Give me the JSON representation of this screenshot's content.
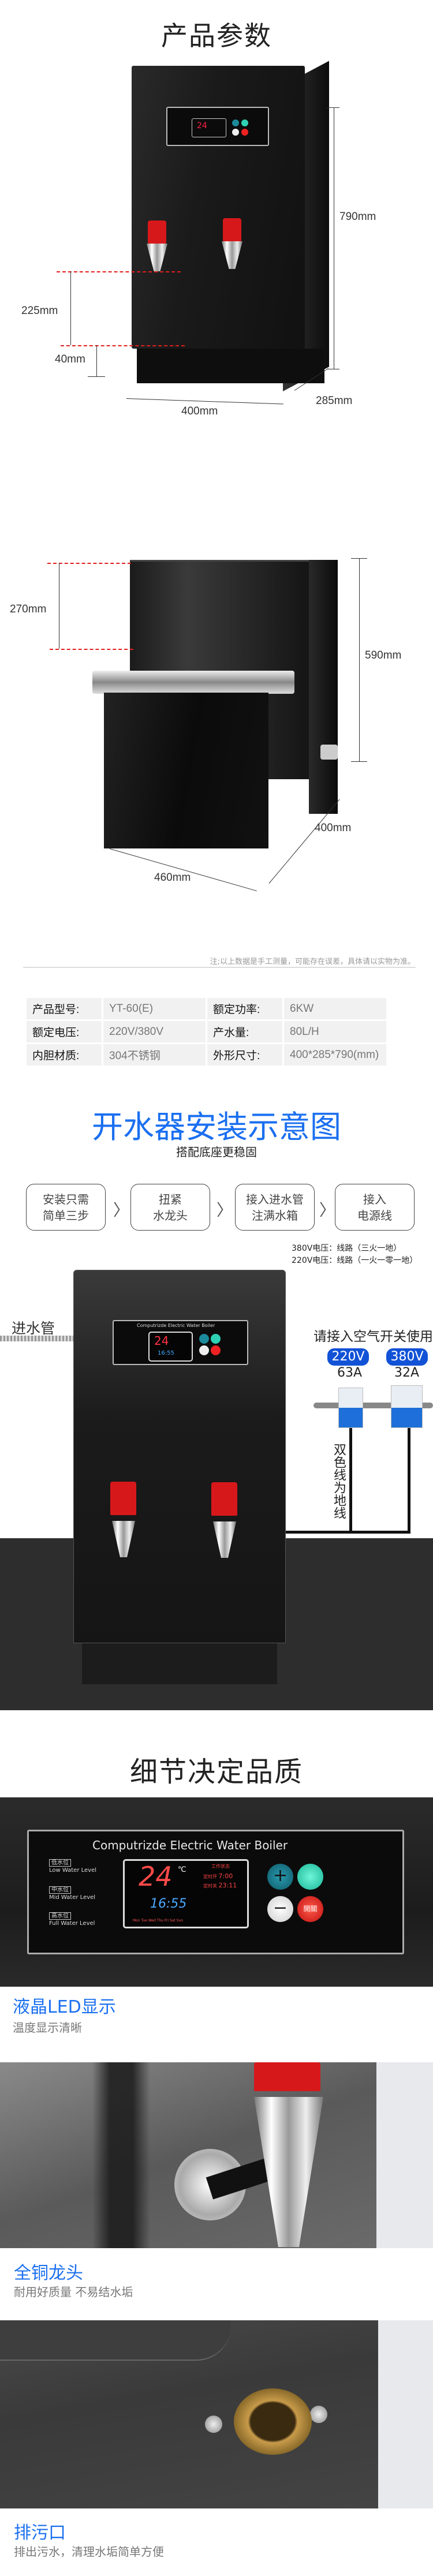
{
  "section1": {
    "title": "产品参数",
    "dims_machine": {
      "height": "790mm",
      "faucet_height": "225mm",
      "base_height": "40mm",
      "width": "400mm",
      "depth": "285mm"
    },
    "dims_stand": {
      "clearance": "270mm",
      "height": "590mm",
      "depth": "400mm",
      "width": "460mm"
    },
    "note": "注;以上数据是手工测量，可能存在误差，具体请以实物为准。"
  },
  "panel": {
    "brand_line": "Computrizde Electric Water Boiler",
    "levels": [
      {
        "cn": "低水位",
        "en": "Low Water Level"
      },
      {
        "cn": "中水位",
        "en": "Mid Water Level"
      },
      {
        "cn": "高水位",
        "en": "Full Water Level"
      }
    ],
    "temp": "24",
    "temp_unit": "℃",
    "time": "16:55",
    "status_title": "工作状态",
    "timer_on_label": "定时开",
    "timer_on": "7:00",
    "timer_off_label": "定时关",
    "timer_off": "23:11",
    "weekdays": "Mon Tue Wed Thu Fri Sat Sun",
    "btn_plus": "+",
    "btn_minus": "−",
    "btn_power": "開關"
  },
  "specs": {
    "rows": [
      [
        {
          "k": "产品型号:",
          "v": "YT-60(E)"
        },
        {
          "k": "额定功率:",
          "v": "6KW"
        }
      ],
      [
        {
          "k": "额定电压:",
          "v": "220V/380V"
        },
        {
          "k": "产水量:",
          "v": "80L/H"
        }
      ],
      [
        {
          "k": "内胆材质:",
          "v": "304不锈钢"
        },
        {
          "k": "外形尺寸:",
          "v": "400*285*790(mm)"
        }
      ]
    ]
  },
  "install": {
    "title": "开水器安装示意图",
    "subtitle": "搭配底座更稳固",
    "steps": [
      "安装只需\n简单三步",
      "扭紧\n水龙头",
      "接入进水管\n注满水箱",
      "接入\n电源线"
    ],
    "arrow": "〉",
    "voltage_notes": [
      "380V电压：线路（三火一地）",
      "220V电压：线路（一火一零一地）"
    ],
    "inlet_label": "进水管",
    "breaker_title": "请接入空气开关使用",
    "breakers": [
      {
        "voltage": "220V",
        "current": "63A"
      },
      {
        "voltage": "380V",
        "current": "32A"
      }
    ],
    "ground_note": "双色线为地线",
    "accent": "#1a6ff0"
  },
  "details": {
    "title": "细节决定品质",
    "items": [
      {
        "title": "液晶LED显示",
        "desc": "温度显示清晰"
      },
      {
        "title": "全铜龙头",
        "desc": "耐用好质量 不易结水垢"
      },
      {
        "title": "排污口",
        "desc": "排出污水，清理水垢简单方便"
      }
    ]
  }
}
